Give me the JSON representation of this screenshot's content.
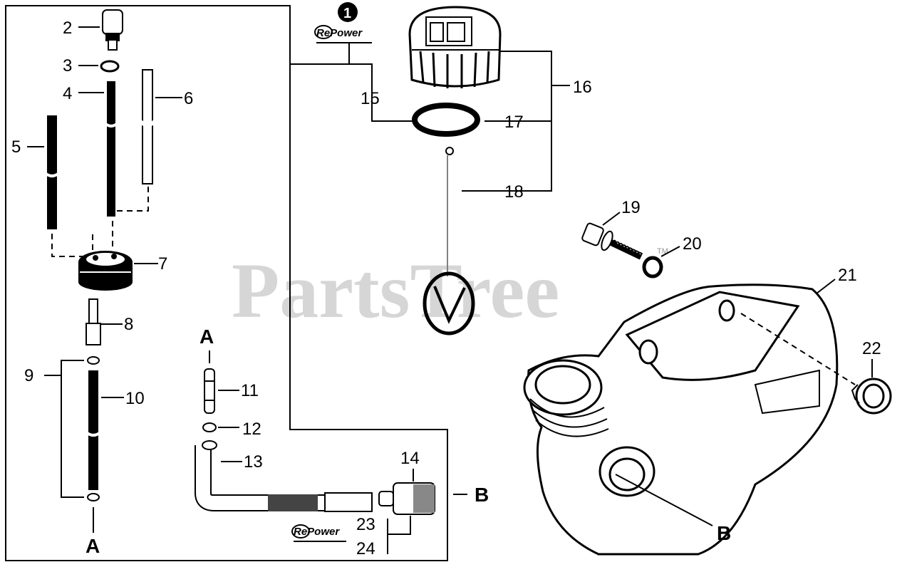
{
  "watermark": "PartsTree",
  "trademark": "TM",
  "repower_badge_label": "RePower",
  "kit_marker": "1",
  "callouts": {
    "c2": "2",
    "c3": "3",
    "c4": "4",
    "c5": "5",
    "c6": "6",
    "c7": "7",
    "c8": "8",
    "c9": "9",
    "c10": "10",
    "c11": "11",
    "c12": "12",
    "c13": "13",
    "c14": "14",
    "c15": "15",
    "c16": "16",
    "c17": "17",
    "c18": "18",
    "c19": "19",
    "c20": "20",
    "c21": "21",
    "c22": "22",
    "c23": "23",
    "c24": "24"
  },
  "connectors": {
    "a_top": "A",
    "a_bottom": "A",
    "b_right": "B",
    "b_tank": "B"
  }
}
